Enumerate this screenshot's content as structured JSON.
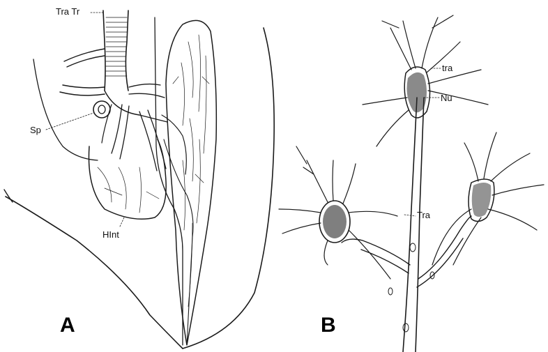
{
  "figure": {
    "panel_a": {
      "letter": "A",
      "labels": {
        "tra_tr": "Tra Tr",
        "sp": "Sp",
        "hint": "HInt"
      }
    },
    "panel_b": {
      "letter": "B",
      "labels": {
        "tra_small": "tra",
        "nu": "Nu",
        "tra_large": "Tra"
      }
    },
    "colors": {
      "ink": "#1a1a1a",
      "background": "#ffffff"
    }
  }
}
